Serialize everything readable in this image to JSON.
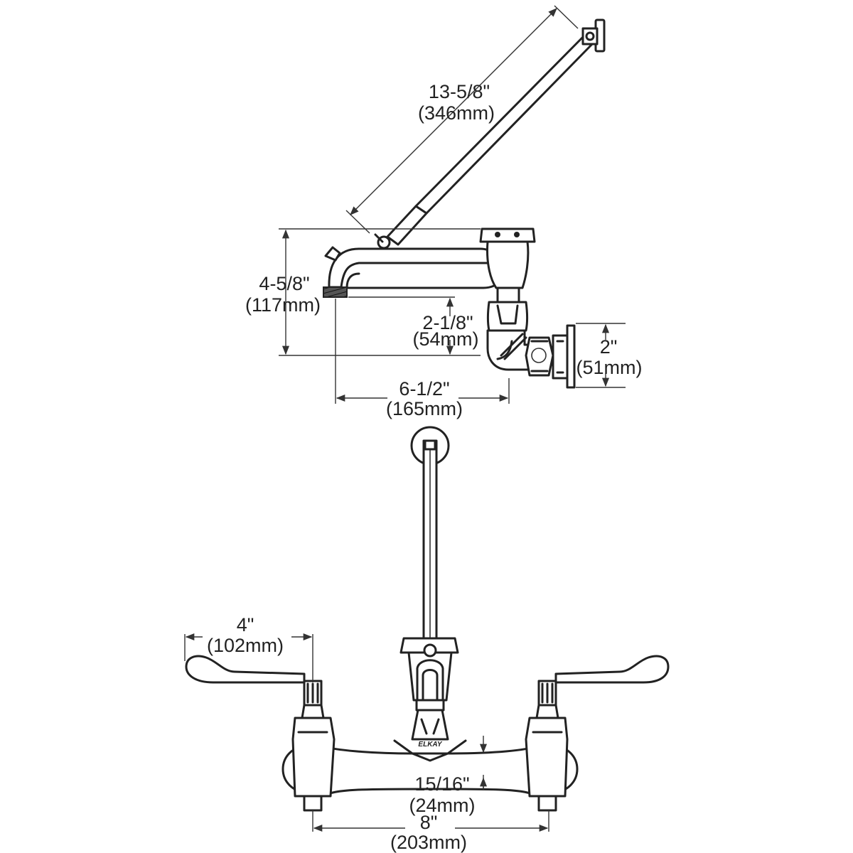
{
  "dimensions": {
    "arm_length": {
      "imperial": "13-5/8\"",
      "metric": "(346mm)"
    },
    "spout_height": {
      "imperial": "4-5/8\"",
      "metric": "(117mm)"
    },
    "outlet_rise": {
      "imperial": "2-1/8\"",
      "metric": "(54mm)"
    },
    "inlet_height": {
      "imperial": "2\"",
      "metric": "(51mm)"
    },
    "spout_reach": {
      "imperial": "6-1/2\"",
      "metric": "(165mm)"
    },
    "handle_length": {
      "imperial": "4\"",
      "metric": "(102mm)"
    },
    "body_thickness": {
      "imperial": "15/16\"",
      "metric": "(24mm)"
    },
    "centers": {
      "imperial": "8\"",
      "metric": "(203mm)"
    }
  },
  "brand_mark": "ELKAY"
}
